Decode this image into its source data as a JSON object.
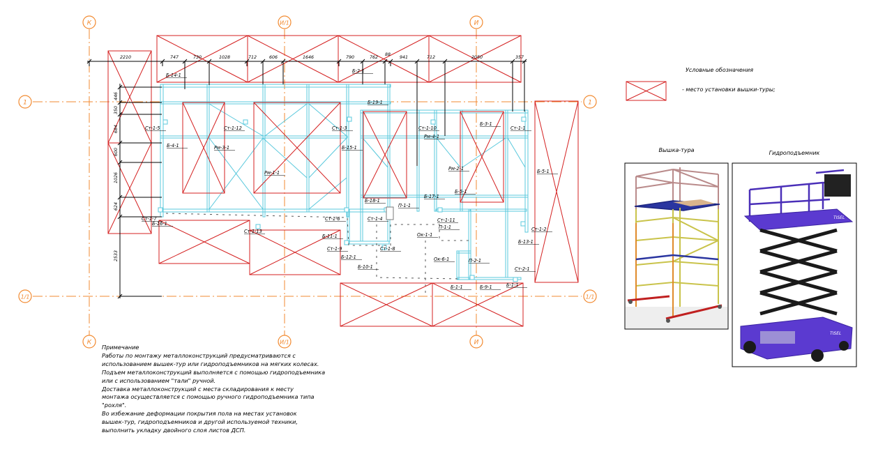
{
  "axes": {
    "vertical": [
      "К",
      "И/1",
      "И"
    ],
    "horizontal": [
      "1",
      "1/1"
    ]
  },
  "dimensions_top": [
    "2210",
    "747",
    "730",
    "1028",
    "712",
    "606",
    "1646",
    "790",
    "762",
    "88",
    "941",
    "712",
    "2050",
    "357"
  ],
  "dimensions_left": [
    "446",
    "350",
    "684",
    "600",
    "1026",
    "624",
    "2533"
  ],
  "member_labels": {
    "b14_1": "Б-14-1",
    "b2_1": "Б-2-1",
    "b19_1": "Б-19-1",
    "st1_5": "Ст-1-5",
    "st1_12": "Ст-1-12",
    "st1_3": "Ст-1-3",
    "st1_10": "Ст-1-10",
    "b3_1": "Б-3-1",
    "st1_1": "Ст-1-1",
    "b4_1": "Б-4-1",
    "rm3_1": "Рм-3-1",
    "b15_1": "Б-15-1",
    "rm4_1": "Рм-4-1",
    "rm1_1": "Рм-1-1",
    "rm2_1": "Рм-2-1",
    "b5_1": "Б-5-1",
    "b5_1b": "Б-5-1",
    "b18_1": "Б-18-1",
    "p1_1": "П-1-1",
    "b17_1": "Б-17-1",
    "st1_7": "Ст-1-7",
    "b16_1": "Б-16-1",
    "st1_6": "Ст-1-6",
    "st1_4": "Ст-1-4",
    "st1_11": "Ст-1-11",
    "p1_1b": "П-1-1",
    "st1_2": "Ст-1-2",
    "st1_13": "Ст-1-13",
    "ok1_1": "Ок-1-1",
    "b11_1": "Б-11-1",
    "b13_1": "Б-13-1",
    "st1_9": "Ст-1-9",
    "st1_8": "Ст-1-8",
    "b12_1": "Б-12-1",
    "ok6_1": "Ок-6-1",
    "p2_1": "П-2-1",
    "b10_1": "Б-10-1",
    "st2_1": "Ст-2-1",
    "b1_1": "Б-1-1",
    "b9_1": "Б-9-1",
    "b1_1b": "Б-1-1"
  },
  "legend": {
    "title": "Условные обозначения",
    "item_text": "- место установки вышки-туры;"
  },
  "photos": {
    "tower_title": "Вышка-тура",
    "lift_title": "Гидроподъемник",
    "lift_brand": "TISEL"
  },
  "note": {
    "title": "Примечание",
    "lines": [
      "Работы по монтажу металлоконструкций предусматриваются с",
      "использованием вышек-тур или гидроподъемников на мягких колесах.",
      "Подъем металлоконструкций выполняется с помощью гидроподъемника",
      "или с использованием \"тали\" ручной.",
      "Доставка металлоконструкций с места складирования к месту",
      "монтажа осуществляется с помощью ручного гидроподъемника типа",
      "\"рохля\".",
      "Во избежание деформации покрытия пола на местах установок",
      "вышек-тур, гидроподъемников и другой используемой техники,",
      "выполнить укладку двойного слоя листов ДСП."
    ]
  },
  "colors": {
    "axis": "#f28a30",
    "tower_mark": "#d42020",
    "structure": "#58c8dc",
    "dim": "#000000"
  }
}
